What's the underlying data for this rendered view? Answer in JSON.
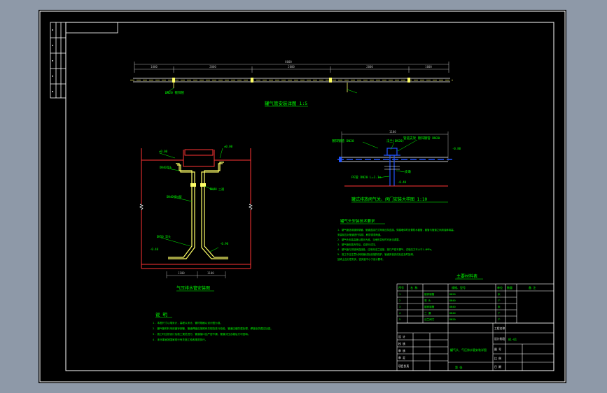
{
  "colors": {
    "background": "#8e99a8",
    "paper": "#000000",
    "frame": "#ffffff",
    "annotation": "#00ff00",
    "structure": "#ff3333",
    "dimension": "#b0b0b0",
    "pipe": "#ffff66",
    "fitting": "#2255ff",
    "text_white": "#ffffff"
  },
  "drawing": {
    "top_detail": {
      "total_dim": "8000",
      "dims": [
        "1000",
        "2000",
        "2000",
        "2000",
        "1000"
      ],
      "pipe_label": "DN20 镀锌管",
      "title": "罐气管安装详图 1:5"
    },
    "section_detail": {
      "labels_left": [
        "±0.00",
        "DN40弯头",
        "DN40镀锌管",
        "DN50 弯头",
        "-0.40"
      ],
      "labels_right": [
        "±0.00",
        "DN40 三通",
        "-0.90"
      ],
      "bottom_dims": [
        "1100",
        "1100"
      ],
      "title": "气压排水管安装图"
    },
    "right_detail": {
      "top_dim": "1100",
      "labels": [
        "镀锌钢管 DN20",
        "法兰(DN20)",
        "管道支架 镀锌钢管 DN20",
        "支墩",
        "PE管 DN20 L=1.1m",
        "-0.40"
      ],
      "right_level": "-0.80",
      "title": "罐式排放阀气关、阀门安装大样图 1:10"
    },
    "tech_notes": {
      "title": "罐气头安装技术要求",
      "lines": [
        "1. 罐气管选用镀锌钢管，管道连接方式采用丝扣连接，穿越墙体时设置防水套管，套管与管道之间用油麻填塞。",
        "   安装前应对管道进行除锈、刷防锈漆两道。",
        "2. 罐气头安装高度以图示为准，当地形变化时可适当调整。",
        "3. 罐气管安装完毕后，应进行试压。",
        "4. 罐气管与排放阀连接处，应采用法兰连接，接口严密不漏气，试验压力不小于1.0MPa。",
        "5. 施工中应注意对其他管线及设施的保护，管道安装完成后应及时回填，",
        "   回填土应分层夯实，密实度不小于设计要求。"
      ]
    },
    "notes": {
      "title": "说 明",
      "lines": [
        "1. 本图尺寸以毫米计，高程以米计。管材规格以设计图为准。",
        "2. 罐气管材料采用镀锌钢管，管道焊缝应按照有关规范进行检验，管道应做防腐处理，焊接处防腐应加强。",
        "3. 施工时应按设计及施工规范进行，管道接口应严密不漏，管道试压合格后方可回填。",
        "4. 未尽事宜按国家现行有关施工验收规范执行。"
      ]
    },
    "material_table": {
      "title": "主要材料表",
      "headers": [
        "序号",
        "名 称",
        "规格、型号",
        "单位",
        "数量",
        "备 注"
      ],
      "rows": [
        [
          "1",
          "镀锌钢管",
          "DN20",
          "米",
          "",
          ""
        ],
        [
          "2",
          "弯 头",
          "DN40",
          "个",
          "",
          ""
        ],
        [
          "3",
          "镀锌钢管",
          "DN40",
          "米",
          "",
          ""
        ],
        [
          "4",
          "三 通",
          "DN40",
          "个",
          "",
          ""
        ],
        [
          "5",
          "法兰阀门",
          "DN20",
          "个",
          "",
          ""
        ]
      ]
    },
    "title_block": {
      "drawing_title": "罐气头、气压排水管安装详图",
      "fields": [
        "设 计",
        "校 核",
        "审 核",
        "审 定",
        "项目负责"
      ],
      "right_fields": [
        "工程名称",
        "设计阶段",
        "图 号",
        "比 例",
        "日 期"
      ],
      "drawing_no": "01-01",
      "sheet": "第 张"
    }
  }
}
